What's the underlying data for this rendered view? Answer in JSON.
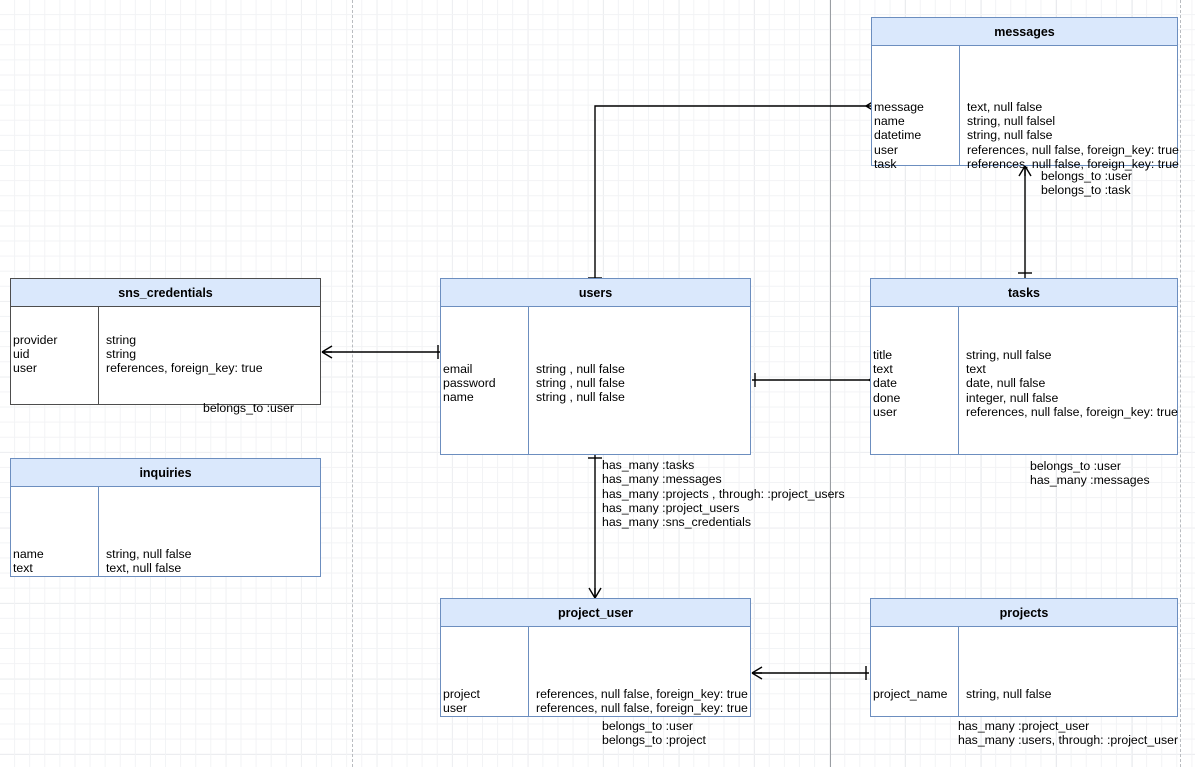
{
  "diagram": {
    "kind": "entity-relationship-diagram",
    "accent_header": "#dae8fc",
    "accent_border": "#6c8ebf",
    "line_color": "#000000",
    "grid_minor": "#f2f3f5",
    "grid_major": "#dfe1e5"
  },
  "entities": {
    "messages": {
      "title": "messages",
      "fields": [
        {
          "name": "message",
          "type": "text, null false"
        },
        {
          "name": "name",
          "type": "string, null falsel"
        },
        {
          "name": "datetime",
          "type": "string, null false"
        },
        {
          "name": "user",
          "type": "references, null false,  foreign_key: true"
        },
        {
          "name": "task",
          "type": "references, null false,  foreign_key: true"
        }
      ]
    },
    "sns_credentials": {
      "title": "sns_credentials",
      "fields": [
        {
          "name": "provider",
          "type": "string"
        },
        {
          "name": "uid",
          "type": "string"
        },
        {
          "name": "user",
          "type": "references, foreign_key: true"
        }
      ]
    },
    "users": {
      "title": "users",
      "fields": [
        {
          "name": "email",
          "type": "string , null false"
        },
        {
          "name": "password",
          "type": "string , null false"
        },
        {
          "name": "name",
          "type": "string , null false"
        }
      ]
    },
    "tasks": {
      "title": "tasks",
      "fields": [
        {
          "name": "title",
          "type": "string, null false"
        },
        {
          "name": "text",
          "type": "text"
        },
        {
          "name": "date",
          "type": "date, null false"
        },
        {
          "name": "done",
          "type": "integer, null false"
        },
        {
          "name": "user",
          "type": "references, null false,  foreign_key: true"
        }
      ]
    },
    "inquiries": {
      "title": "inquiries",
      "fields": [
        {
          "name": "name",
          "type": "string, null false"
        },
        {
          "name": "text",
          "type": "text, null false"
        }
      ]
    },
    "project_user": {
      "title": "project_user",
      "fields": [
        {
          "name": "project",
          "type": "references, null false,  foreign_key: true"
        },
        {
          "name": "user",
          "type": "references, null false,  foreign_key: true"
        }
      ]
    },
    "projects": {
      "title": "projects",
      "fields": [
        {
          "name": "project_name",
          "type": "string, null false"
        }
      ]
    }
  },
  "notes": {
    "messages_assoc": [
      "belongs_to :user",
      "belongs_to :task"
    ],
    "sns_credentials_assoc": [
      "belongs_to :user"
    ],
    "users_assoc": [
      "has_many :tasks",
      "has_many :messages",
      "has_many :projects , through: :project_users",
      "has_many :project_users",
      "has_many :sns_credentials"
    ],
    "tasks_assoc": [
      "belongs_to :user",
      "has_many :messages"
    ],
    "project_user_assoc": [
      "belongs_to :user",
      "belongs_to :project"
    ],
    "projects_assoc": [
      "has_many :project_user",
      "has_many :users, through: :project_user"
    ]
  },
  "relationships": [
    {
      "from": "users",
      "to": "messages",
      "from_card": "one",
      "to_card": "many"
    },
    {
      "from": "messages",
      "to": "tasks",
      "from_card": "many",
      "to_card": "one"
    },
    {
      "from": "users",
      "to": "tasks",
      "from_card": "one",
      "to_card": "many"
    },
    {
      "from": "sns_credentials",
      "to": "users",
      "from_card": "many",
      "to_card": "one"
    },
    {
      "from": "users",
      "to": "project_user",
      "from_card": "one",
      "to_card": "many"
    },
    {
      "from": "project_user",
      "to": "projects",
      "from_card": "many",
      "to_card": "one"
    }
  ]
}
